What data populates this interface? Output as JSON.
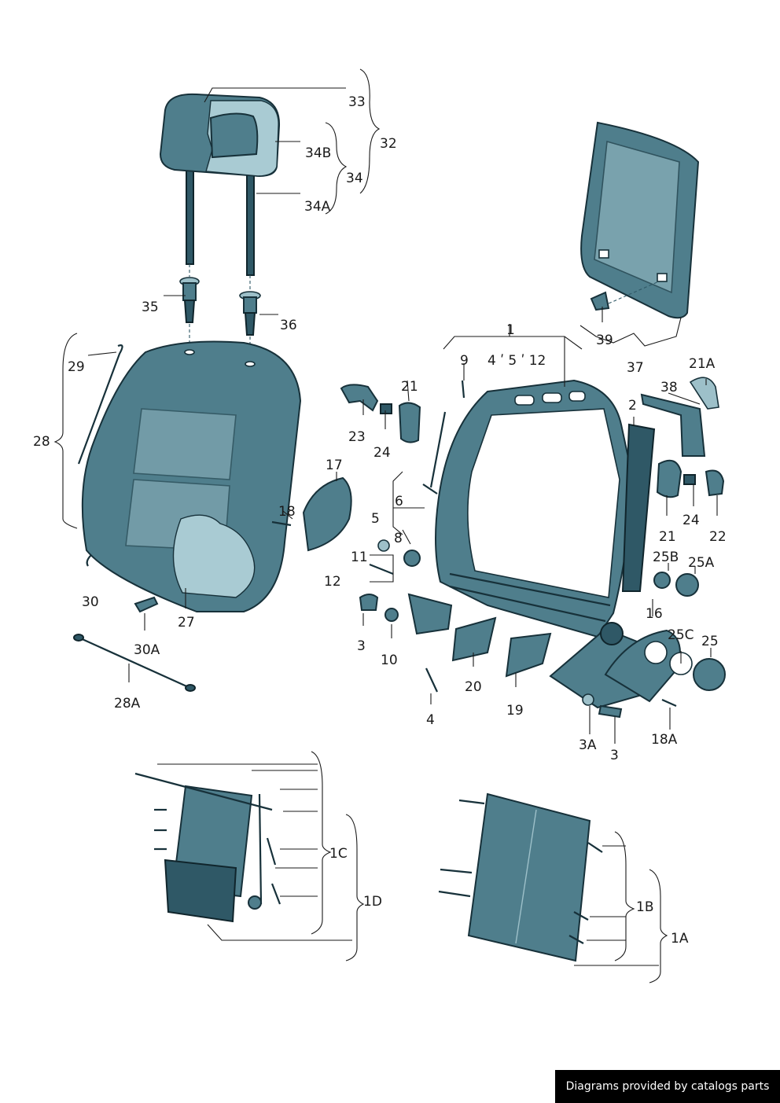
{
  "labels": {
    "l1": "1",
    "l1A": "1A",
    "l1B": "1B",
    "l1C": "1C",
    "l1D": "1D",
    "l2": "2",
    "l3a": "3",
    "l3b": "3",
    "l3A": "3A",
    "l4a": "4",
    "l4512": "4 ʹ 5 ʹ 12",
    "l5": "5",
    "l6": "6",
    "l8": "8",
    "l9": "9",
    "l10": "10",
    "l11": "11",
    "l12": "12",
    "l16": "16",
    "l17": "17",
    "l18": "18",
    "l18A": "18A",
    "l19": "19",
    "l20": "20",
    "l21a": "21",
    "l21b": "21",
    "l21A": "21A",
    "l22": "22",
    "l23": "23",
    "l24a": "24",
    "l24b": "24",
    "l25": "25",
    "l25A": "25A",
    "l25B": "25B",
    "l25C": "25C",
    "l27": "27",
    "l28": "28",
    "l28A": "28A",
    "l29": "29",
    "l30": "30",
    "l30A": "30A",
    "l32": "32",
    "l33": "33",
    "l34": "34",
    "l34A": "34A",
    "l34B": "34B",
    "l35": "35",
    "l36": "36",
    "l37": "37",
    "l38": "38",
    "l39": "39"
  },
  "credit": "Diagrams provided by catalogs parts",
  "colors": {
    "part": "#4f7e8c",
    "outline": "#17313a",
    "foam": "#a9cbd3"
  }
}
